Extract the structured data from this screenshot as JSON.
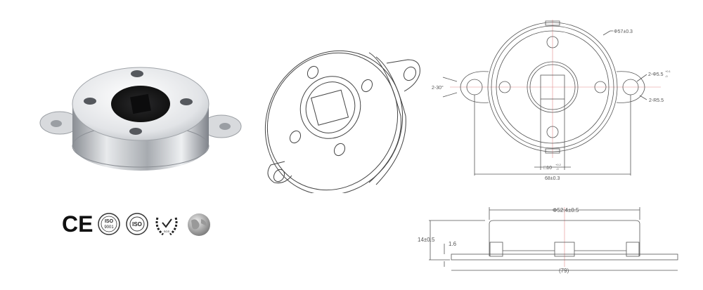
{
  "product_photo": {
    "description": "chrome rotary damper with square hole shaft, two mounting ears",
    "colors": {
      "chrome": "#c9ccd0",
      "chrome_dark": "#7d8187",
      "hub": "#1d1d1f"
    }
  },
  "certifications": [
    {
      "id": "ce",
      "label": "CE"
    },
    {
      "id": "iso-9001",
      "label": "ISO 9001"
    },
    {
      "id": "iso",
      "label": "ISO"
    },
    {
      "id": "sgs",
      "label": "SGS"
    },
    {
      "id": "globe",
      "label": ""
    }
  ],
  "front_view": {
    "dimensions": {
      "outer_diameter": "Φ57±0.3",
      "mount_hole": "2-Φ5.5",
      "mount_hole_tol_upper": "+0.1",
      "mount_hole_tol_lower": "-0",
      "ear_radius": "2-R5.5",
      "ear_angle": "2-30°",
      "square_hole": "□10",
      "square_tol_upper": "+0.2",
      "square_tol_lower": "-0",
      "hole_spacing": "68±0.3"
    }
  },
  "side_view": {
    "dimensions": {
      "body_diameter": "Φ52.4±0.5",
      "height": "14±0.5",
      "base_thickness": "1.6",
      "overall_length": "(79)"
    }
  }
}
